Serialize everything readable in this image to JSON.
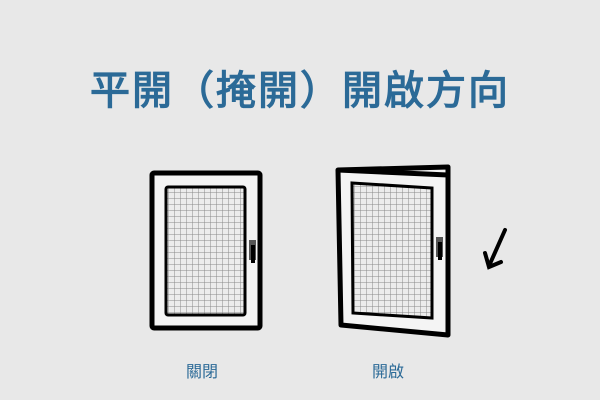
{
  "title": "平開（掩開）開啟方向",
  "colors": {
    "background": "#e8e8e8",
    "accent": "#2b6a97",
    "stroke": "#000000"
  },
  "doors": [
    {
      "state": "closed",
      "label": "關閉"
    },
    {
      "state": "open",
      "label": "開啟"
    }
  ],
  "arrow": {
    "icon": "arrow-down-left-icon",
    "meaning": "opening-direction"
  }
}
